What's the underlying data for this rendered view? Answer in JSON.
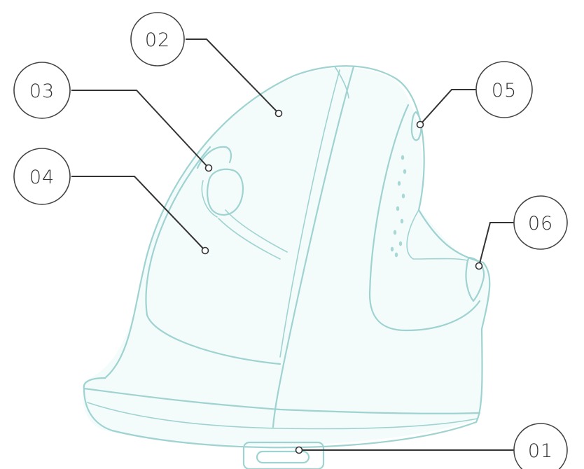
{
  "callouts": [
    {
      "id": "01",
      "label": "01"
    },
    {
      "id": "02",
      "label": "02"
    },
    {
      "id": "03",
      "label": "03"
    },
    {
      "id": "04",
      "label": "04"
    },
    {
      "id": "05",
      "label": "05"
    },
    {
      "id": "06",
      "label": "06"
    }
  ],
  "colors": {
    "outline": "#9fd3d1",
    "callout_stroke": "#444444",
    "callout_text": "#333333"
  }
}
